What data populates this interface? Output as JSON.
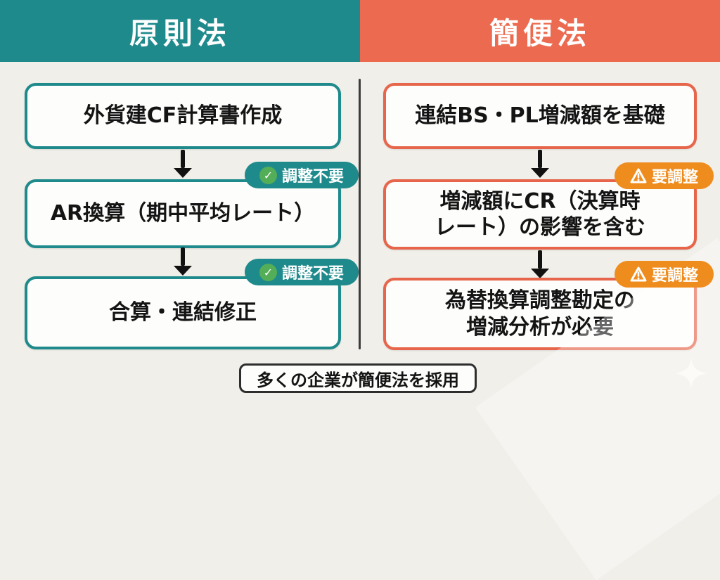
{
  "title_bar": {
    "left": {
      "label": "原則法",
      "color": "#1f8a8c"
    },
    "right": {
      "label": "簡便法",
      "color": "#ec6a4f"
    }
  },
  "left_flow": {
    "method": "原則法",
    "accent": "#1f8a8c",
    "steps": [
      {
        "lines": [
          "外貨建CF計算書作成"
        ]
      },
      {
        "lines": [
          "AR換算（期中平均レート）"
        ],
        "badge": {
          "label": "調整不要",
          "icon": "check-circle-icon",
          "pill_color": "#1f8a8c",
          "icon_color": "#54ad57"
        }
      },
      {
        "lines": [
          "合算・連結修正"
        ],
        "badge": {
          "label": "調整不要",
          "icon": "check-circle-icon",
          "pill_color": "#1f8a8c",
          "icon_color": "#54ad57"
        }
      }
    ]
  },
  "right_flow": {
    "method": "簡便法",
    "accent": "#e7654b",
    "steps": [
      {
        "lines": [
          "連結BS・PL増減額を基礎"
        ]
      },
      {
        "lines": [
          "増減額にCR（決算時",
          "レート）の影響を含む"
        ],
        "badge": {
          "label": "要調整",
          "icon": "warning-triangle-icon",
          "pill_color": "#ee8c1e"
        }
      },
      {
        "lines": [
          "為替換算調整勘定の",
          "増減分析が必要"
        ],
        "badge": {
          "label": "要調整",
          "icon": "warning-triangle-icon",
          "pill_color": "#ee8c1e"
        }
      }
    ]
  },
  "footer": {
    "note": "多くの企業が簡便法を採用"
  },
  "decor": {
    "sparkle": "four-point-star"
  },
  "colors": {
    "background": "#f1efe9",
    "box_fill": "#fdfdfb",
    "text": "#141414",
    "divider": "#3c3c3c",
    "arrow": "#111111",
    "footer_border": "#2e2e2e"
  }
}
